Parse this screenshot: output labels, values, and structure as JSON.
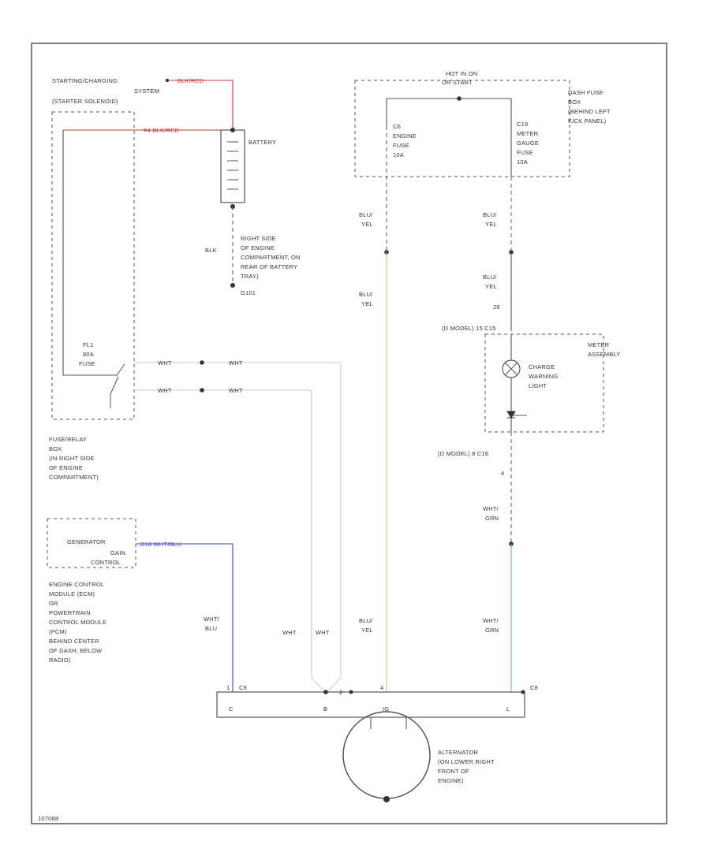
{
  "colors": {
    "red": "#cc3333",
    "blue": "#3344cc",
    "yellow": "#cccc55",
    "green": "#66cc55",
    "white_wire": "#cccccc",
    "black": "#555555",
    "dashed_blue": "#6666dd"
  },
  "labels": {
    "starting_system": [
      "STARTING/CHARGING",
      "SYSTEM",
      "(STARTER SOLENOID)"
    ],
    "blk_red_top": "BLK/RED",
    "fuse_blk_red": "F4   BLK/RED",
    "battery": "BATTERY",
    "blk_ground": "BLK",
    "ground_loc": [
      "RIGHT SIDE",
      "OF ENGINE",
      "COMPARTMENT, ON",
      "REAR OF BATTERY",
      "TRAY)"
    ],
    "g101": "G101",
    "hot_in_on": [
      "HOT IN ON",
      "OR START"
    ],
    "dash_fuse_box": [
      "DASH FUSE",
      "BOX",
      "(BEHIND LEFT",
      "KICK PANEL)"
    ],
    "engine_fuse": [
      "C6",
      "ENGINE",
      "FUSE",
      "10A"
    ],
    "meter_fuse": [
      "C19",
      "METER",
      "GAUGE",
      "FUSE",
      "10A"
    ],
    "blu_yel": [
      "BLU/",
      "YEL"
    ],
    "pin_26": "26",
    "d_model_top": "(D MODEL)  15  C15",
    "meter_assembly": [
      "METER",
      "ASSEMBLY"
    ],
    "charge_light": [
      "CHARGE",
      "WARNING",
      "LIGHT"
    ],
    "d_model_bot": "(D MODEL)  8  C16",
    "pin_4": "4",
    "wht_grn": [
      "WHT/",
      "GRN"
    ],
    "fl1_fuse": [
      "FL1",
      "80A",
      "FUSE"
    ],
    "wht": "WHT",
    "fuse_relay_box": [
      "FUSE/RELAY",
      "BOX",
      "(IN RIGHT SIDE",
      "OF ENGINE",
      "COMPARTMENT)"
    ],
    "gen_control": [
      "GENERATOR",
      "GAIN",
      "CONTROL"
    ],
    "gen_wire": "D18  WHT/BLU",
    "ecm": [
      "ENGINE CONTROL",
      "MODULE (ECM)",
      "OR",
      "POWERTRAIN",
      "CONTROL MODULE",
      "(PCM)",
      "BEHIND CENTER",
      "OF DASH, BELOW",
      "RADIO)"
    ],
    "wht_blu": [
      "WHT/",
      "BLU"
    ],
    "alt_connector": "C8",
    "alt_term_c": "C",
    "alt_term_b": "B",
    "alt_term_ig": "IG",
    "alt_term_l": "L",
    "alt_pin_1": "1",
    "alt_pin_2": "2",
    "alt_pin_4": "4",
    "alternator": [
      "ALTERNATOR",
      "(ON LOWER RIGHT",
      "FRONT OF",
      "ENGINE)"
    ],
    "footer_id": "107088"
  }
}
